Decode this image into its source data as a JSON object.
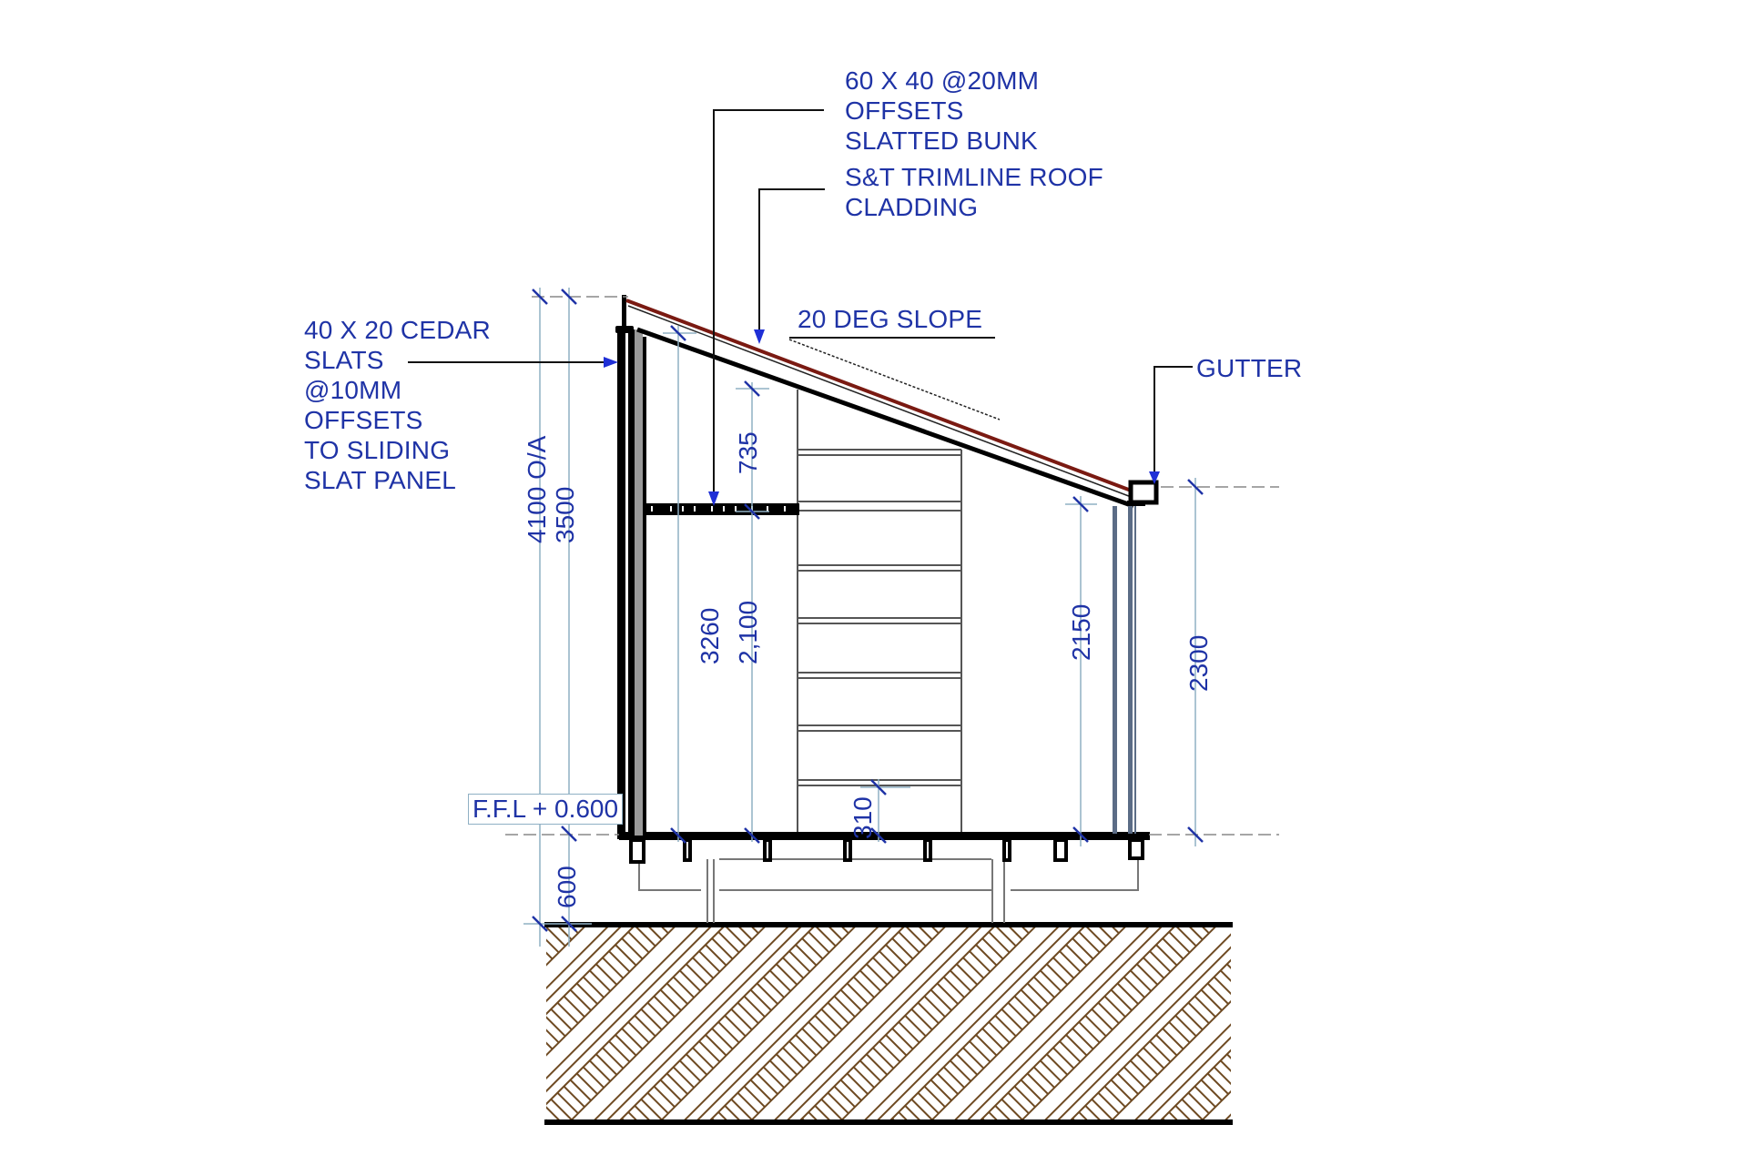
{
  "drawing": {
    "type": "section-elevation",
    "colors": {
      "annotation_text": "#1f33a6",
      "dimension_line": "#8fb0c4",
      "roof_cladding": "#7a1a12",
      "earth_hatch": "#7a4a1e",
      "structure": "#000000",
      "insulation_fill": "#9a9a9a",
      "glazing_frame": "#5b6c86"
    }
  },
  "notes": {
    "bunk": "60 X 40 @20MM\nOFFSETS\nSLATTED BUNK",
    "roof": "S&T TRIMLINE ROOF\nCLADDING",
    "slope": "20 DEG SLOPE",
    "slats": "40 X 20 CEDAR\nSLATS\n@10MM\nOFFSETS\nTO SLIDING\nSLAT PANEL",
    "gutter": "GUTTER",
    "ffl": "F.F.L + 0.600"
  },
  "dimensions": {
    "overall": "4100 O/A",
    "rear_wall": "3500",
    "inner_height": "3260",
    "bunk_clearance": "735",
    "bunk_height": "2,100",
    "front_inner": "2150",
    "front_height": "2300",
    "step": "310",
    "floor_height": "600"
  }
}
